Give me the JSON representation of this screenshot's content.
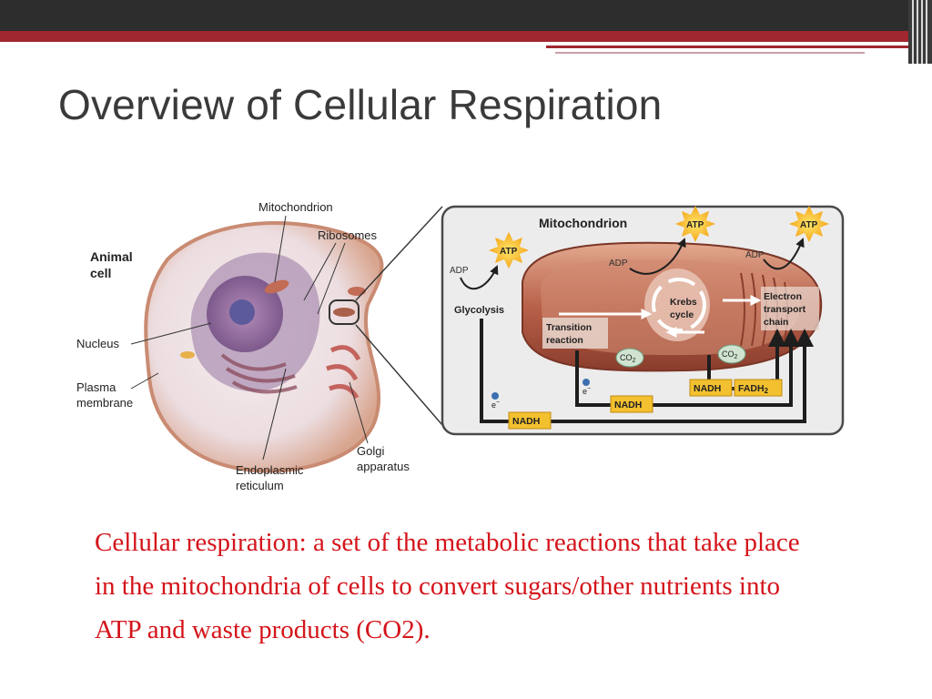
{
  "slide": {
    "title": "Overview of Cellular Respiration",
    "caption": "Cellular respiration:  a set of the metabolic reactions that take place in the mitochondria of cells to convert sugars/other nutrients into ATP and waste products (CO2).",
    "colors": {
      "accent_red": "#a0272f",
      "caption_red": "#d4141b",
      "top_bar": "#2d2d2d"
    }
  },
  "cell_labels": {
    "animal_cell_1": "Animal",
    "animal_cell_2": "cell",
    "mitochondrion": "Mitochondrion",
    "ribosomes": "Ribosomes",
    "nucleus": "Nucleus",
    "plasma_membrane_1": "Plasma",
    "plasma_membrane_2": "membrane",
    "er_1": "Endoplasmic",
    "er_2": "reticulum",
    "golgi_1": "Golgi",
    "golgi_2": "apparatus"
  },
  "inset_labels": {
    "title": "Mitochondrion",
    "atp": "ATP",
    "adp": "ADP",
    "glycolysis": "Glycolysis",
    "transition_1": "Transition",
    "transition_2": "reaction",
    "krebs_1": "Krebs",
    "krebs_2": "cycle",
    "etc_1": "Electron",
    "etc_2": "transport",
    "etc_3": "chain",
    "co2": "CO",
    "co2_sub": "2",
    "nadh": "NADH",
    "fadh2": "FADH",
    "fadh2_sub": "2",
    "electron": "e",
    "electron_sup": "−"
  }
}
